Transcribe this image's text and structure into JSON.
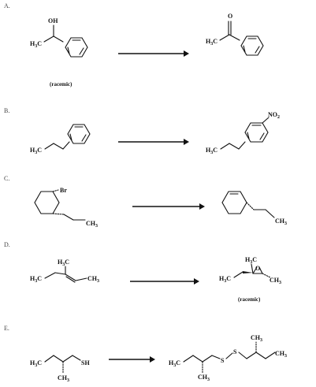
{
  "problems": [
    {
      "letter": "A.",
      "reactant": {
        "oh": "OH",
        "methyl": "H3C",
        "note": "(racemic)"
      },
      "product": {
        "o": "O",
        "methyl": "H3C"
      }
    },
    {
      "letter": "B.",
      "reactant": {
        "methyl": "H3C"
      },
      "product": {
        "methyl": "H3C",
        "nitro": "NO2"
      }
    },
    {
      "letter": "C.",
      "reactant": {
        "br": "Br",
        "methyl": "CH3"
      },
      "product": {
        "methyl": "CH3"
      }
    },
    {
      "letter": "D.",
      "reactant": {
        "top": "H3C",
        "left": "H3C",
        "right": "CH3"
      },
      "product": {
        "top": "H3C",
        "left": "H3C",
        "o": "O",
        "right": "CH3",
        "note": "(racemic)"
      }
    },
    {
      "letter": "E.",
      "reactant": {
        "left": "H3C",
        "sh": "SH",
        "down": "CH3"
      },
      "product": {
        "left": "H3C",
        "down": "CH3",
        "s1": "S",
        "s2": "S",
        "up": "CH3",
        "right": "CH3"
      }
    }
  ]
}
